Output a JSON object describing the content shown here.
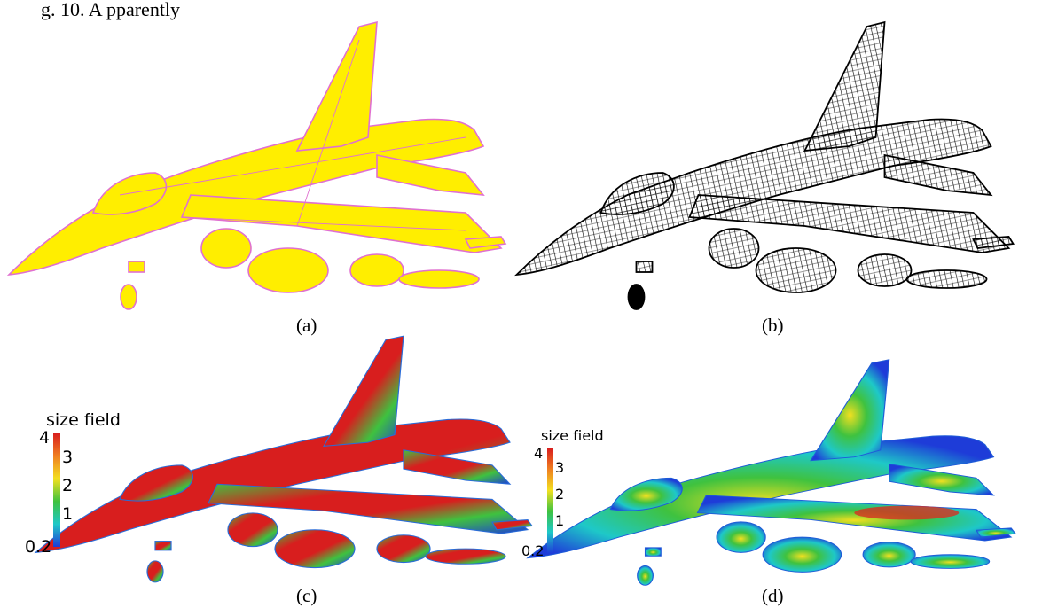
{
  "top_text": "g. 10.  A pparently",
  "panels": [
    {
      "label": "(a)",
      "style": "CAD surface (yellow)"
    },
    {
      "label": "(b)",
      "style": "wireframe mesh"
    },
    {
      "label": "(c)",
      "style": "size field colormap"
    },
    {
      "label": "(d)",
      "style": "size field colormap smooth"
    }
  ],
  "legends": [
    {
      "title": "size field",
      "max": "4",
      "ticks": [
        "3",
        "2",
        "1"
      ],
      "min": "0.2"
    },
    {
      "title": "size field",
      "max": "4",
      "ticks": [
        "3",
        "2",
        "1"
      ],
      "min": "0.2"
    }
  ],
  "colors": {
    "cad_fill": "#ffee00",
    "cad_edge": "#e070d0",
    "mesh_line": "#000000",
    "cmap_high": "#d81e1e",
    "cmap_mid": "#3fc23f",
    "cmap_low": "#1e3cd8"
  }
}
